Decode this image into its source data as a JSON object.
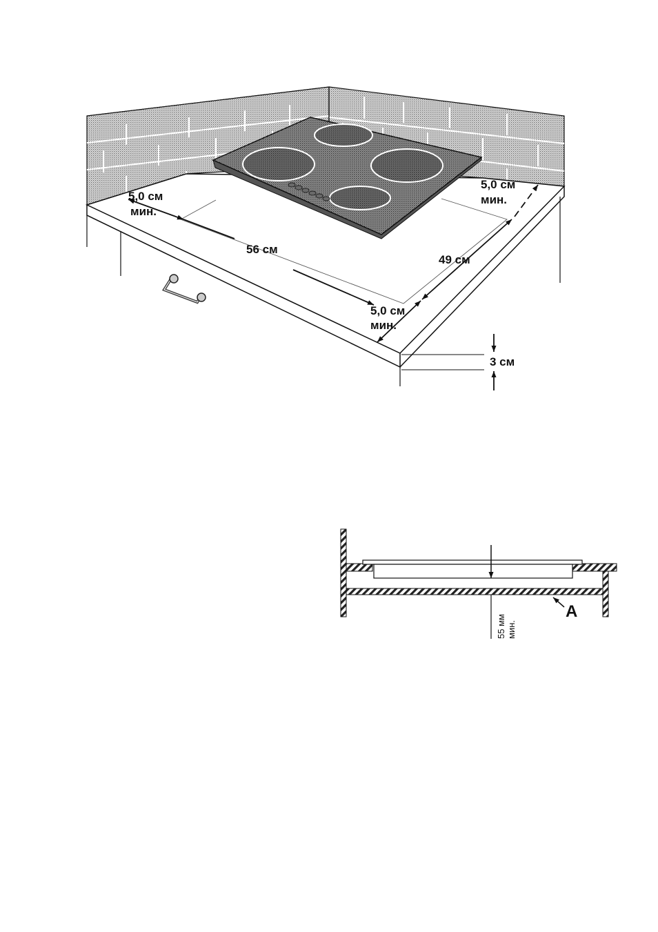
{
  "figure1": {
    "labels": {
      "left_gap": "5,0 см",
      "left_gap_min": "мин.",
      "width": "56 см",
      "depth": "49 см",
      "back_gap": "5,0 см",
      "back_gap_min": "мин.",
      "front_gap": "5,0 см",
      "front_gap_min": "мин.",
      "thickness": "3 см"
    }
  },
  "figure2": {
    "labels": {
      "clearance": "55 мм",
      "clearance_min": "мин.",
      "part": "A"
    }
  },
  "colors": {
    "line": "#111111",
    "tile_fill": "#cfcfcf",
    "hob_fill": "#b5b5b5",
    "zone_fill": "#8c8c8c",
    "hatch": "#222222"
  }
}
